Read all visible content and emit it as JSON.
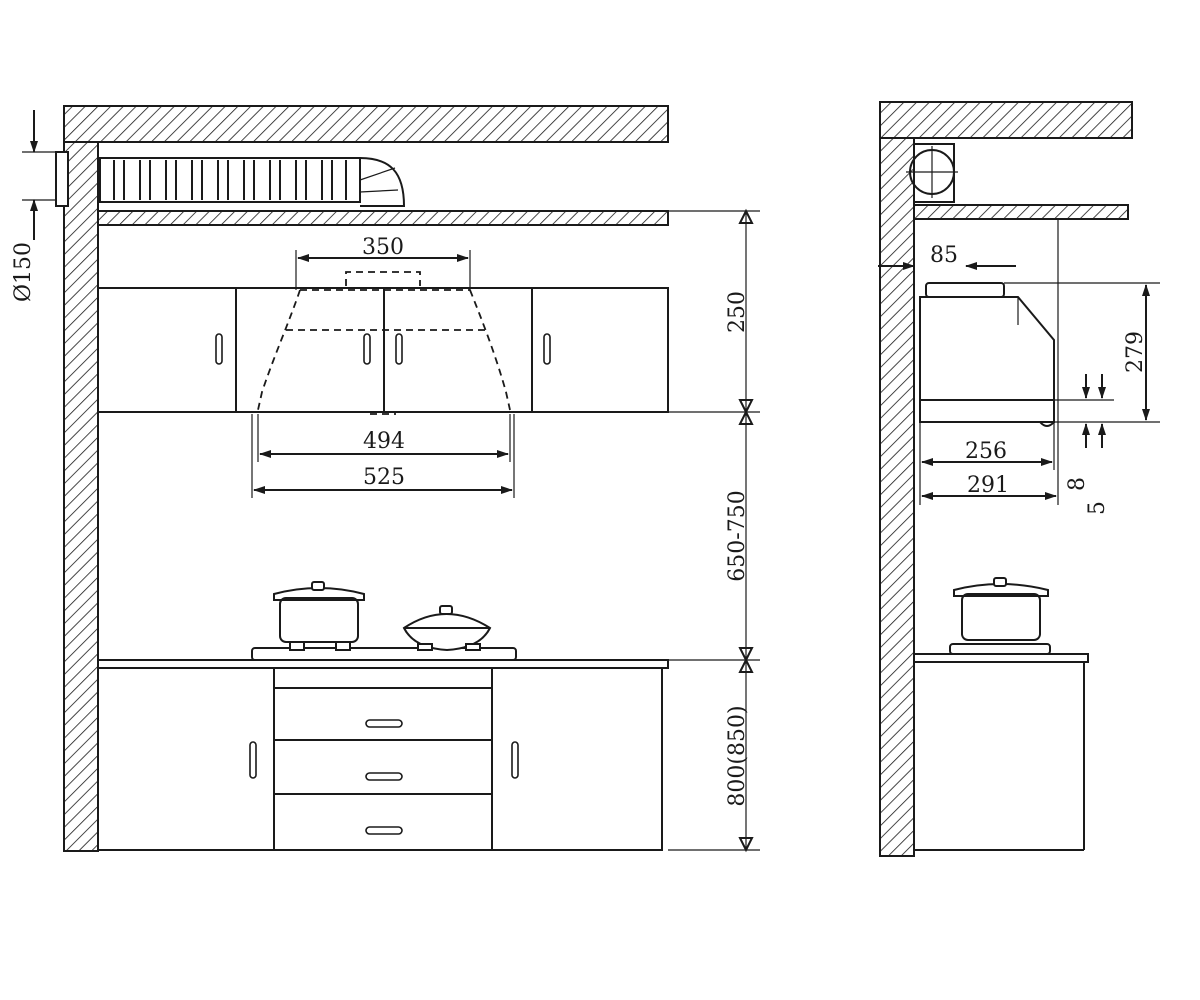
{
  "dimensions": {
    "duct_diameter": "Ø150",
    "duct_span": "350",
    "hood_depth_to_cabinet": "250",
    "hood_inner_width": "494",
    "hood_outer_width": "525",
    "mount_height": "650-750",
    "counter_height": "800(850)",
    "wall_offset": "85",
    "hood_height": "279",
    "side_inner_depth": "256",
    "side_outer_depth": "291",
    "lip_8": "8",
    "lip_5": "5"
  }
}
